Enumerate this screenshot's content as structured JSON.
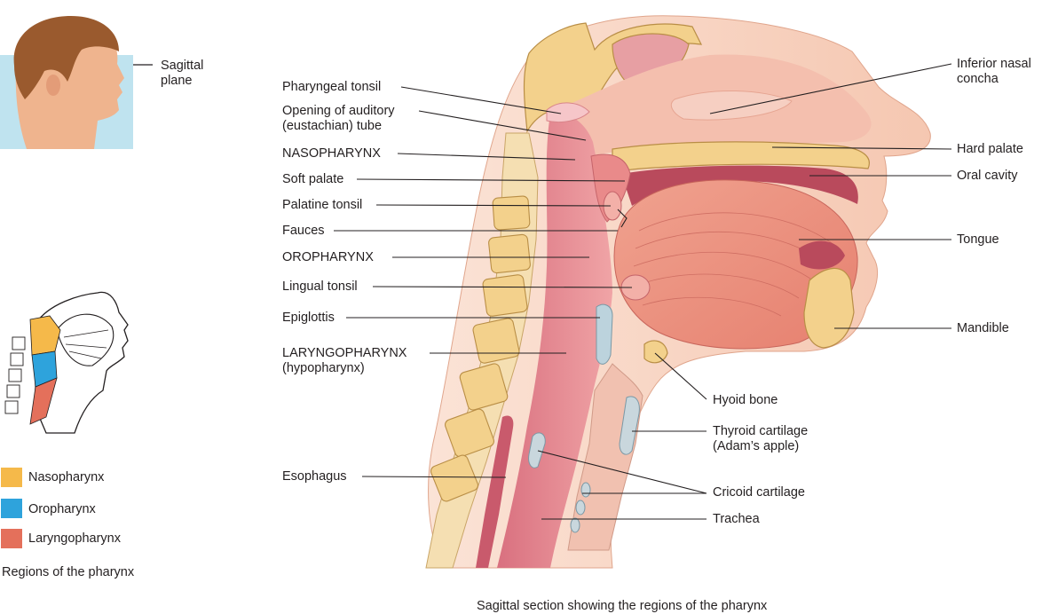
{
  "colors": {
    "nasopharynx": "#f5b94a",
    "oropharynx": "#2ea3dc",
    "laryngopharynx": "#e4705b",
    "sagittal_plane": "#bfe3ef",
    "soft_tissue": "#f2b7a0",
    "airway": "#e88e98",
    "bone": "#f3d18c",
    "muscle": "#e9897c"
  },
  "inset_head": {
    "plane_label": "Sagittal\nplane"
  },
  "labels_left": [
    {
      "key": "pharyngeal-tonsil",
      "text": "Pharyngeal tonsil"
    },
    {
      "key": "auditory-tube-opening",
      "text": "Opening of auditory\n(eustachian) tube"
    },
    {
      "key": "nasopharynx",
      "text": "NASOPHARYNX"
    },
    {
      "key": "soft-palate",
      "text": "Soft palate"
    },
    {
      "key": "palatine-tonsil",
      "text": "Palatine tonsil"
    },
    {
      "key": "fauces",
      "text": "Fauces"
    },
    {
      "key": "oropharynx",
      "text": "OROPHARYNX"
    },
    {
      "key": "lingual-tonsil",
      "text": "Lingual tonsil"
    },
    {
      "key": "epiglottis",
      "text": "Epiglottis"
    },
    {
      "key": "laryngopharynx",
      "text": "LARYNGOPHARYNX\n(hypopharynx)"
    },
    {
      "key": "esophagus",
      "text": "Esophagus"
    }
  ],
  "labels_right": [
    {
      "key": "inferior-nasal-concha",
      "text": "Inferior nasal\nconcha"
    },
    {
      "key": "hard-palate",
      "text": "Hard palate"
    },
    {
      "key": "oral-cavity",
      "text": "Oral cavity"
    },
    {
      "key": "tongue",
      "text": "Tongue"
    },
    {
      "key": "mandible",
      "text": "Mandible"
    },
    {
      "key": "hyoid-bone",
      "text": "Hyoid bone"
    },
    {
      "key": "thyroid-cartilage",
      "text": "Thyroid cartilage\n(Adam’s apple)"
    },
    {
      "key": "cricoid-cartilage",
      "text": "Cricoid cartilage"
    },
    {
      "key": "trachea",
      "text": "Trachea"
    }
  ],
  "legend": {
    "items": [
      {
        "key": "nasopharynx",
        "text": "Nasopharynx"
      },
      {
        "key": "oropharynx",
        "text": "Oropharynx"
      },
      {
        "key": "laryngopharynx",
        "text": "Laryngopharynx"
      }
    ],
    "caption": "Regions of the pharynx"
  },
  "caption": "Sagittal section showing the regions of the pharynx"
}
